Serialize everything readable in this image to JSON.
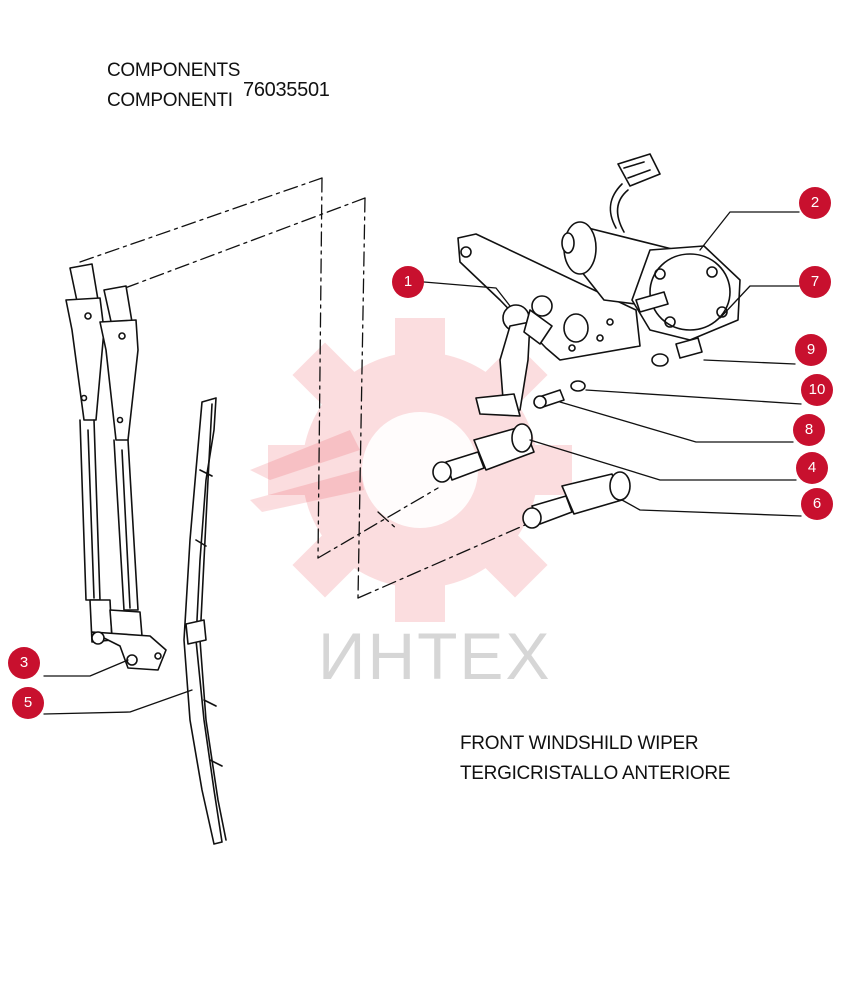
{
  "header": {
    "components_en": "COMPONENTS",
    "components_it": "COMPONENTI",
    "part_number": "76035501"
  },
  "caption": {
    "en": "FRONT WINDSHILD WIPER",
    "it": "TERGICRISTALLO ANTERIORE"
  },
  "watermark": {
    "text": "ИНТЕХ",
    "color": "#e8323c"
  },
  "callouts": {
    "c1": "1",
    "c2": "2",
    "c3": "3",
    "c4": "4",
    "c5": "5",
    "c6": "6",
    "c7": "7",
    "c8": "8",
    "c9": "9",
    "c10": "10"
  },
  "accent_color": "#c8102e"
}
